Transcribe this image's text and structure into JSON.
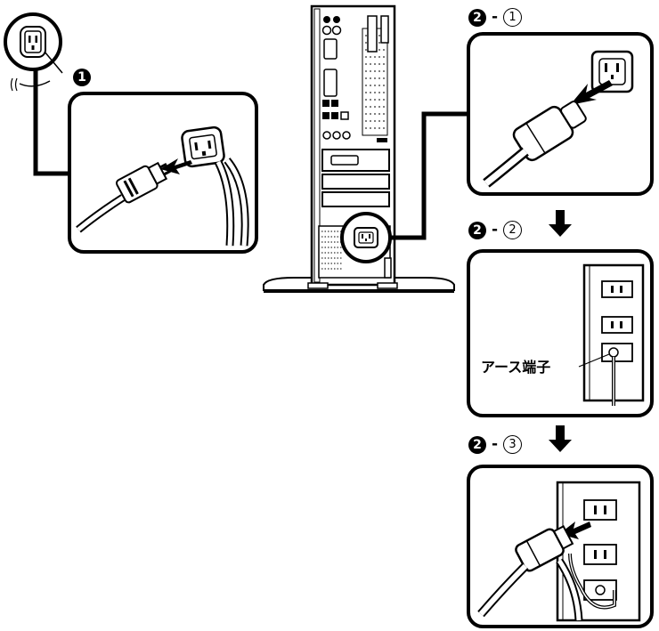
{
  "steps": {
    "step1": {
      "number": "1"
    },
    "step2_1": {
      "number": "2",
      "separator": "-",
      "sub": "1"
    },
    "step2_2": {
      "number": "2",
      "separator": "-",
      "sub": "2"
    },
    "step2_3": {
      "number": "2",
      "separator": "-",
      "sub": "3"
    }
  },
  "labels": {
    "ground_terminal": "アース端子"
  },
  "colors": {
    "line": "#000000",
    "panel_border": "#000000",
    "background": "#ffffff"
  },
  "icons": {
    "connector": "power-connector-icon",
    "arrow": "down-arrow-icon"
  }
}
